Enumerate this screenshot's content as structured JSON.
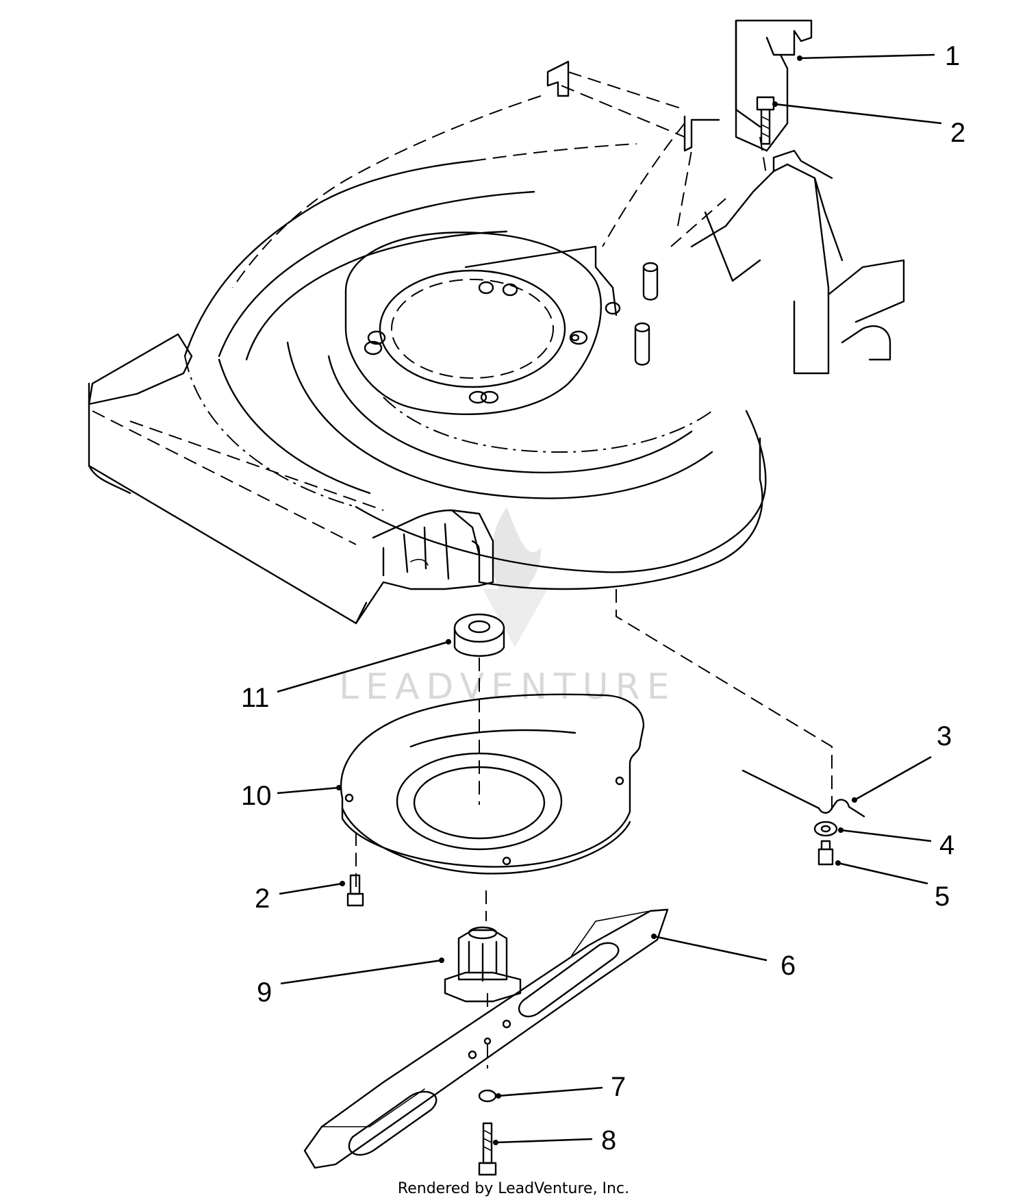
{
  "diagram": {
    "callouts": [
      {
        "id": "c1",
        "text": "1"
      },
      {
        "id": "c2a",
        "text": "2"
      },
      {
        "id": "c3",
        "text": "3"
      },
      {
        "id": "c4",
        "text": "4"
      },
      {
        "id": "c5",
        "text": "5"
      },
      {
        "id": "c6",
        "text": "6"
      },
      {
        "id": "c7",
        "text": "7"
      },
      {
        "id": "c8",
        "text": "8"
      },
      {
        "id": "c9",
        "text": "9"
      },
      {
        "id": "c10",
        "text": "10"
      },
      {
        "id": "c11",
        "text": "11"
      },
      {
        "id": "c2b",
        "text": "2"
      }
    ],
    "watermark": "LEADVENTURE",
    "footer": "Rendered by LeadVenture, Inc."
  },
  "colors": {
    "line": "#000000",
    "background": "#ffffff",
    "watermark": "#d8d8d8"
  }
}
